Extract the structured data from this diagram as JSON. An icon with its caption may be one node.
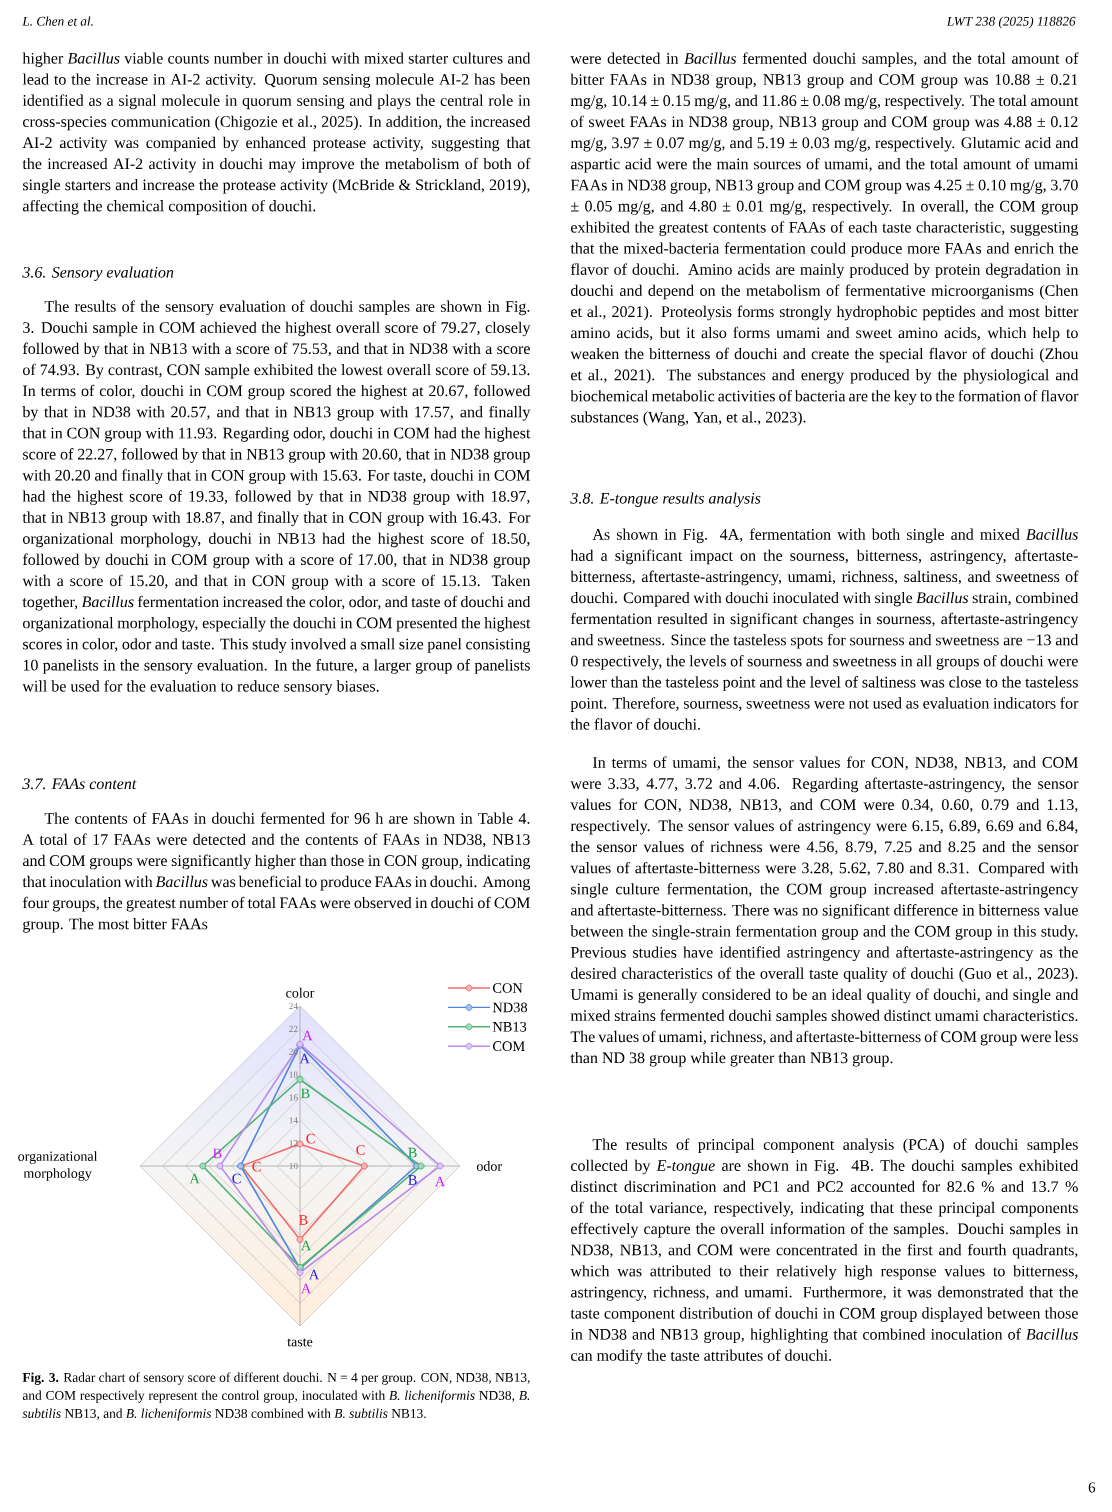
{
  "diagram": {
    "caption": "**Fig. 3.** Radar chart of sensory score of different douchi. N = 4 per group. CON, ND38, NB13, and COM respectively represent the control group, inoculated with *B. licheniformis* ND38, *B. subtilis* NB13, and *B. licheniformis* ND38 combined with *B. subtilis* NB13.",
    "labels": [
      "L. Chen et al.",
      "LWT 238 (2025) 118826",
      "higher *Bacillus* viable counts number in douchi with mixed starter cultures and lead to the increase in AI-2 activity. Quorum sensing molecule AI-2 has been identified as a signal molecule in quorum sensing and plays the central role in cross-species communication (Chigozie et al., 2025). In addition, the increased AI-2 activity was companied by enhanced protease activity, suggesting that the increased AI-2 activity in douchi may improve the metabolism of both of single starters and increase the protease activity (McBride & Strickland, 2019), affecting the chemical composition of douchi.",
      "3.6. Sensory evaluation",
      "The results of the sensory evaluation of douchi samples are shown in Fig. 3. Douchi sample in COM achieved the highest overall score of 79.27, closely followed by that in NB13 with a score of 75.53, and that in ND38 with a score of 74.93. By contrast, CON sample exhibited the lowest overall score of 59.13. In terms of color, douchi in COM group scored the highest at 20.67, followed by that in ND38 with 20.57, and that in NB13 group with 17.57, and finally that in CON group with 11.93. Regarding odor, douchi in COM had the highest score of 22.27, followed by that in NB13 group with 20.60, that in ND38 group with 20.20 and finally that in CON group with 15.63. For taste, douchi in COM had the highest score of 19.33, followed by that in ND38 group with 18.97, that in NB13 group with 18.87, and finally that in CON group with 16.43. For organizational morphology, douchi in NB13 had the highest score of 18.50, followed by douchi in COM group with a score of 17.00, that in ND38 group with a score of 15.20, and that in CON group with a score of 15.13. Taken together, *Bacillus* fermentation increased the color, odor, and taste of douchi and organizational morphology, especially the douchi in COM presented the highest scores in color, odor and taste. This study involved a small size panel consisting 10 panelists in the sensory evaluation. In the future, a larger group of panelists will be used for the evaluation to reduce sensory biases.",
      "3.7. FAAs content",
      "The contents of FAAs in douchi fermented for 96 h are shown in Table 4. A total of 17 FAAs were detected and the contents of FAAs in ND38, NB13 and COM groups were significantly higher than those in CON group, indicating that inoculation with *Bacillus* was beneficial to produce FAAs in douchi. Among four groups, the greatest number of total FAAs were observed in douchi of COM group. The most bitter FAAs",
      "color",
      "24",
      "22",
      "20",
      "18",
      "16",
      "14",
      "12",
      "10",
      "organizational morphology",
      "odor",
      "taste",
      "C",
      "A",
      "B",
      "A",
      "C",
      "B",
      "B",
      "A",
      "B",
      "A",
      "A",
      "A",
      "C",
      "C",
      "A",
      "B",
      "were detected in *Bacillus* fermented douchi samples, and the total amount of bitter FAAs in ND38 group, NB13 group and COM group was 10.88 ± 0.21 mg/g, 10.14 ± 0.15 mg/g, and 11.86 ± 0.08 mg/g, respectively. The total amount of sweet FAAs in ND38 group, NB13 group and COM group was 4.88 ± 0.12 mg/g, 3.97 ± 0.07 mg/g, and 5.19 ± 0.03 mg/g, respectively. Glutamic acid and aspartic acid were the main sources of umami, and the total amount of umami FAAs in ND38 group, NB13 group and COM group was 4.25 ± 0.10 mg/g, 3.70 ± 0.05 mg/g, and 4.80 ± 0.01 mg/g, respectively. In overall, the COM group exhibited the greatest contents of FAAs of each taste characteristic, suggesting that the mixed-bacteria fermentation could produce more FAAs and enrich the flavor of douchi. Amino acids are mainly produced by protein degradation in douchi and depend on the metabolism of fermentative microorganisms (Chen et al., 2021). Proteolysis forms strongly hydrophobic peptides and most bitter amino acids, but it also forms umami and sweet amino acids, which help to weaken the bitterness of douchi and create the special flavor of douchi (Zhou et al., 2021). The substances and energy produced by the physiological and biochemical metabolic activities of bacteria are the key to the formation of flavor substances (Wang, Yan, et al., 2023).",
      "3.8. E-tongue results analysis",
      "As shown in Fig. 4A, fermentation with both single and mixed *Bacillus* had a significant impact on the sourness, bitterness, astringency, aftertaste-bitterness, aftertaste-astringency, umami, richness, saltiness, and sweetness of douchi. Compared with douchi inoculated with single *Bacillus* strain, combined fermentation resulted in significant changes in sourness, aftertaste-astringency and sweetness. Since the tasteless spots for sourness and sweetness are −13 and 0 respectively, the levels of sourness and sweetness in all groups of douchi were lower than the tasteless point and the level of saltiness was close to the tasteless point. Therefore, sourness, sweetness were not used as evaluation indicators for the flavor of douchi.",
      "In terms of umami, the sensor values for CON, ND38, NB13, and COM were 3.33, 4.77, 3.72 and 4.06. Regarding aftertaste-astringency, the sensor values for CON, ND38, NB13, and COM were 0.34, 0.60, 0.79 and 1.13, respectively. The sensor values of astringency were 6.15, 6.89, 6.69 and 6.84, the sensor values of richness were 4.56, 8.79, 7.25 and 8.25 and the sensor values of aftertaste-bitterness were 3.28, 5.62, 7.80 and 8.31. Compared with single culture fermentation, the COM group increased aftertaste-astringency and aftertaste-bitterness. There was no significant difference in bitterness value between the single-strain fermentation group and the COM group in this study. Previous studies have identified astringency and aftertaste-astringency as the desired characteristics of the overall taste quality of douchi (Guo et al., 2023). Umami is generally considered to be an ideal quality of douchi, and single and mixed strains fermented douchi samples showed distinct umami characteristics. The values of umami, richness, and aftertaste-bitterness of COM group were less than ND 38 group while greater than NB13 group.",
      "The results of principal component analysis (PCA) of douchi samples collected by *E-tongue* are shown in Fig. 4B. The douchi samples exhibited distinct discrimination and PC1 and PC2 accounted for 82.6 % and 13.7 % of the total variance, respectively, indicating that these principal components effectively capture the overall information of the samples. Douchi samples in ND38, NB13, and COM were concentrated in the first and fourth quadrants, which was attributed to their relatively high response values to bitterness, astringency, richness, and umami. Furthermore, it was demonstrated that the taste component distribution of douchi in COM group displayed between those in ND38 and NB13 group, highlighting that combined inoculation of *Bacillus* can modify the taste attributes of douchi.",
      "6"
    ],
    "legend": [
      {
        "text": "CON"
      },
      {
        "text": "ND38"
      },
      {
        "text": "NB13"
      },
      {
        "text": "COM"
      }
    ]
  }
}
